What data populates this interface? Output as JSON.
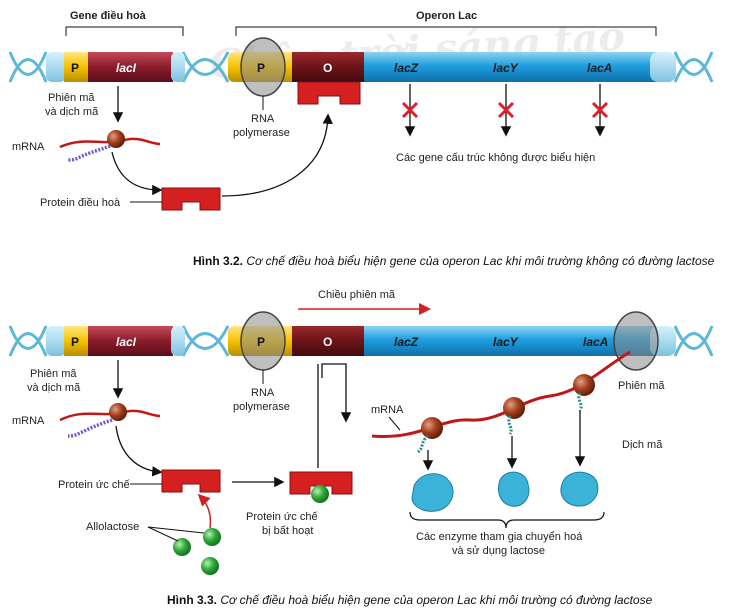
{
  "colors": {
    "dna_strand": "#5cb8d6",
    "promoter": "#f5c200",
    "laci": "#8a1c2b",
    "operator": "#6b1418",
    "structural": "#1f9fe0",
    "repressor": "#d42020",
    "allolactose": "#2faa3a",
    "enzyme": "#3bb3d8",
    "inhibit_x": "#e01e2e"
  },
  "watermark": "Chân trời sáng tạo",
  "fig1": {
    "regulator_header": "Gene điều hoà",
    "operon_header": "Operon Lac",
    "P_regulator": "P",
    "laci": "lacI",
    "P_operon": "P",
    "O": "O",
    "lacZ": "lacZ",
    "lacY": "lacY",
    "lacA": "lacA",
    "transcription_translation_1": "Phiên mã",
    "transcription_translation_2": "và dịch mã",
    "mrna": "mRNA",
    "rna_pol_1": "RNA",
    "rna_pol_2": "polymerase",
    "not_expressed": "Các gene cấu trúc không được biểu hiện",
    "protein": "Protein điều hoà",
    "caption_num": "Hình 3.2.",
    "caption_text": "Cơ chế điều hoà biểu hiện gene của operon Lac khi môi trường không có đường lactose"
  },
  "fig2": {
    "transcription_direction": "Chiều phiên mã",
    "P_regulator": "P",
    "laci": "lacI",
    "P_operon": "P",
    "O": "O",
    "lacZ": "lacZ",
    "lacY": "lacY",
    "lacA": "lacA",
    "transcription_translation_1": "Phiên mã",
    "transcription_translation_2": "và dịch mã",
    "mrna_left": "mRNA",
    "rna_pol_1": "RNA",
    "rna_pol_2": "polymerase",
    "mrna_right": "mRNA",
    "transcription": "Phiên mã",
    "translation": "Dịch mã",
    "repressor": "Protein ức chế",
    "inactivated_1": "Protein ức chế",
    "inactivated_2": "bị bất hoạt",
    "allolactose": "Allolactose",
    "enzymes_1": "Các enzyme tham gia chuyển hoá",
    "enzymes_2": "và sử dụng lactose",
    "caption_num": "Hình 3.3.",
    "caption_text": "Cơ chế điều hoà biểu hiện gene của operon Lac khi môi trường có đường lactose"
  }
}
